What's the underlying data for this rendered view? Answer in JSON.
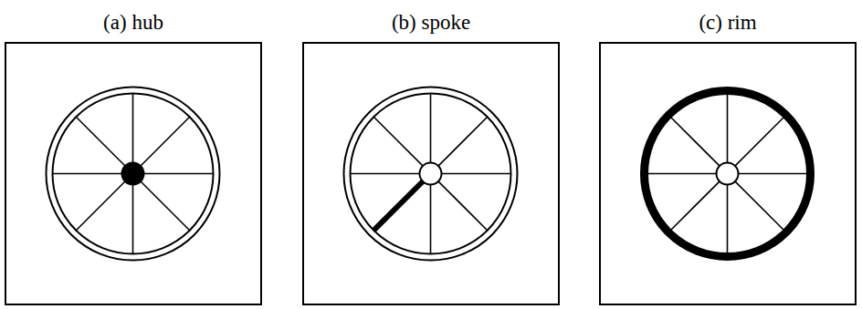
{
  "diagram": {
    "nodes": [
      {
        "text": [
          "(a) hub"
        ]
      },
      {
        "text": [
          "(b) spoke"
        ]
      },
      {
        "text": [
          "(c) rim"
        ]
      }
    ]
  }
}
